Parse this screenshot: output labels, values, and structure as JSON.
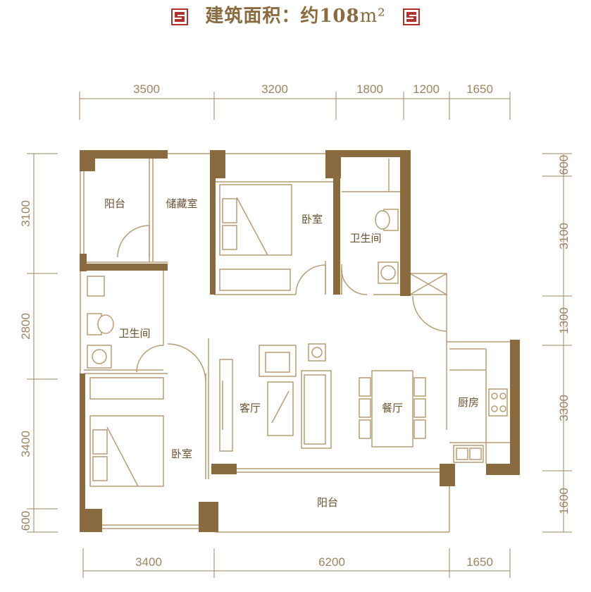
{
  "title": {
    "label": "建筑面积：约108",
    "unit": "m²"
  },
  "colors": {
    "wall": "#8a6a3f",
    "line": "#b89c76",
    "dim": "#9c8462",
    "text": "#6b5230",
    "accent": "#b0312e"
  },
  "dimensions": {
    "top": [
      "3500",
      "3200",
      "1800",
      "1200",
      "1650"
    ],
    "bottom": [
      "3400",
      "6200",
      "1650"
    ],
    "left": [
      "3100",
      "2800",
      "3400",
      "600"
    ],
    "right": [
      "600",
      "3100",
      "1300",
      "3300",
      "1600"
    ]
  },
  "rooms": {
    "balcony_top": "阳台",
    "storage": "储藏室",
    "bedroom_top": "卧室",
    "bath_right": "卫生间",
    "bath_left": "卫生间",
    "living": "客厅",
    "dining": "餐厅",
    "kitchen": "厨房",
    "bedroom_bottom": "卧室",
    "balcony_bottom": "阳台"
  }
}
